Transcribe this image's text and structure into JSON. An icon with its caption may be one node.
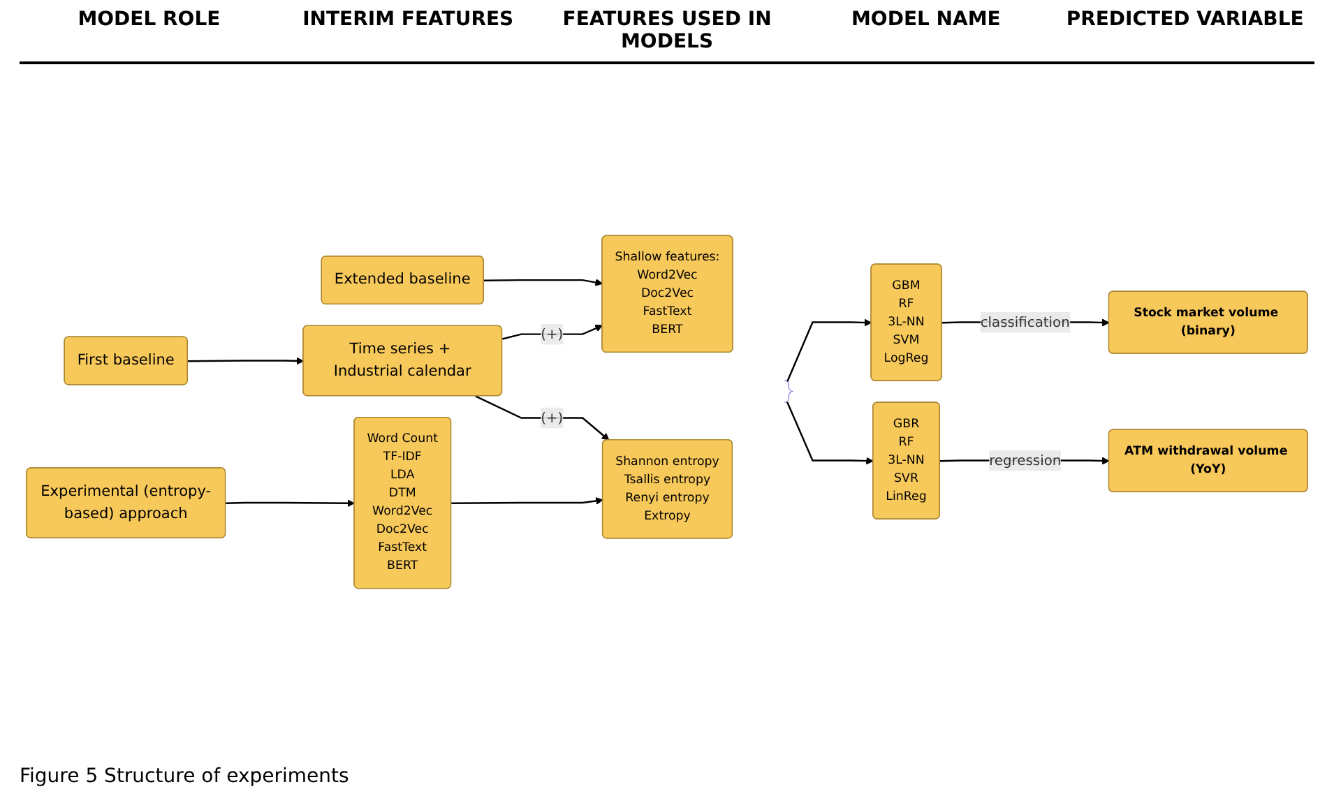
{
  "diagram": {
    "caption": "Figure 5 Structure of experiments",
    "nodes": [
      {
        "text": [
          "Extended baseline"
        ]
      },
      {
        "text": [
          "First baseline"
        ]
      },
      {
        "text": [
          "Experimental (entropy-based) approach"
        ]
      },
      {
        "text": [
          "Word Count",
          "TF-IDF",
          "LDA",
          "DTM",
          "Word2Vec",
          "Doc2Vec",
          "FastText",
          "BERT"
        ]
      },
      {
        "text": [
          "Shallow features:",
          "Word2Vec",
          "Doc2Vec",
          "FastText",
          "BERT"
        ]
      },
      {
        "text": [
          "Time series + Industrial calendar"
        ]
      },
      {
        "text": [
          "Shannon entropy",
          "Tsallis entropy",
          "Renyi entropy",
          "Extropy"
        ]
      },
      {
        "text": [],
        "shape": "bracket"
      },
      {
        "text": [
          "GBM",
          "RF",
          "3L-NN",
          "SVM",
          "LogReg"
        ]
      },
      {
        "text": [
          "GBR",
          "RF",
          "3L-NN",
          "SVR",
          "LinReg"
        ]
      },
      {
        "text": [
          "Stock market volume (binary)"
        ]
      },
      {
        "text": [
          "ATM withdrawal volume (YoY)"
        ]
      }
    ],
    "edges": [
      {
        "from": 0,
        "to": 4,
        "arrow": "to"
      },
      {
        "from": 1,
        "to": 5,
        "arrow": "to"
      },
      {
        "from": 2,
        "to": 3,
        "arrow": "to"
      },
      {
        "from": 3,
        "to": 6,
        "arrow": "to"
      },
      {
        "from": 5,
        "to": 4,
        "arrow": "to",
        "label": "(+)"
      },
      {
        "from": 5,
        "to": 6,
        "arrow": "to",
        "label": "(+)"
      },
      {
        "from": 7,
        "to": 8,
        "arrow": "to"
      },
      {
        "from": 7,
        "to": 9,
        "arrow": "to"
      },
      {
        "from": 8,
        "to": 10,
        "arrow": "to",
        "label": "classification"
      },
      {
        "from": 9,
        "to": 11,
        "arrow": "to",
        "label": "regression"
      }
    ],
    "labels": [
      "MODEL ROLE",
      "INTERIM FEATURES",
      "FEATURES USED IN MODELS",
      "MODEL NAME",
      "PREDICTED VARIABLE"
    ]
  }
}
